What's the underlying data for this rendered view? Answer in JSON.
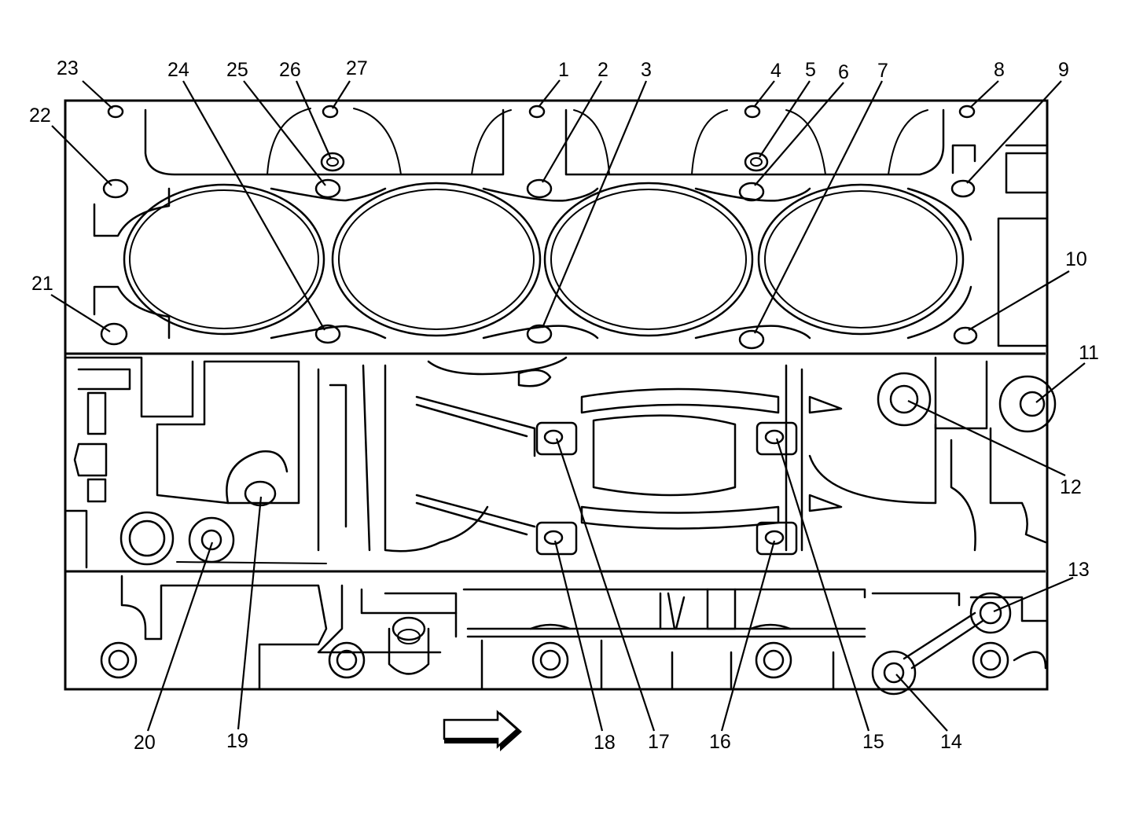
{
  "diagram": {
    "callouts": [
      {
        "id": "1",
        "label": "1"
      },
      {
        "id": "2",
        "label": "2"
      },
      {
        "id": "3",
        "label": "3"
      },
      {
        "id": "4",
        "label": "4"
      },
      {
        "id": "5",
        "label": "5"
      },
      {
        "id": "6",
        "label": "6"
      },
      {
        "id": "7",
        "label": "7"
      },
      {
        "id": "8",
        "label": "8"
      },
      {
        "id": "9",
        "label": "9"
      },
      {
        "id": "10",
        "label": "10"
      },
      {
        "id": "11",
        "label": "11"
      },
      {
        "id": "12",
        "label": "12"
      },
      {
        "id": "13",
        "label": "13"
      },
      {
        "id": "14",
        "label": "14"
      },
      {
        "id": "15",
        "label": "15"
      },
      {
        "id": "16",
        "label": "16"
      },
      {
        "id": "17",
        "label": "17"
      },
      {
        "id": "18",
        "label": "18"
      },
      {
        "id": "19",
        "label": "19"
      },
      {
        "id": "20",
        "label": "20"
      },
      {
        "id": "21",
        "label": "21"
      },
      {
        "id": "22",
        "label": "22"
      },
      {
        "id": "23",
        "label": "23"
      },
      {
        "id": "24",
        "label": "24"
      },
      {
        "id": "25",
        "label": "25"
      },
      {
        "id": "26",
        "label": "26"
      },
      {
        "id": "27",
        "label": "27"
      }
    ],
    "direction_arrow_icon": "right-arrow-icon"
  }
}
